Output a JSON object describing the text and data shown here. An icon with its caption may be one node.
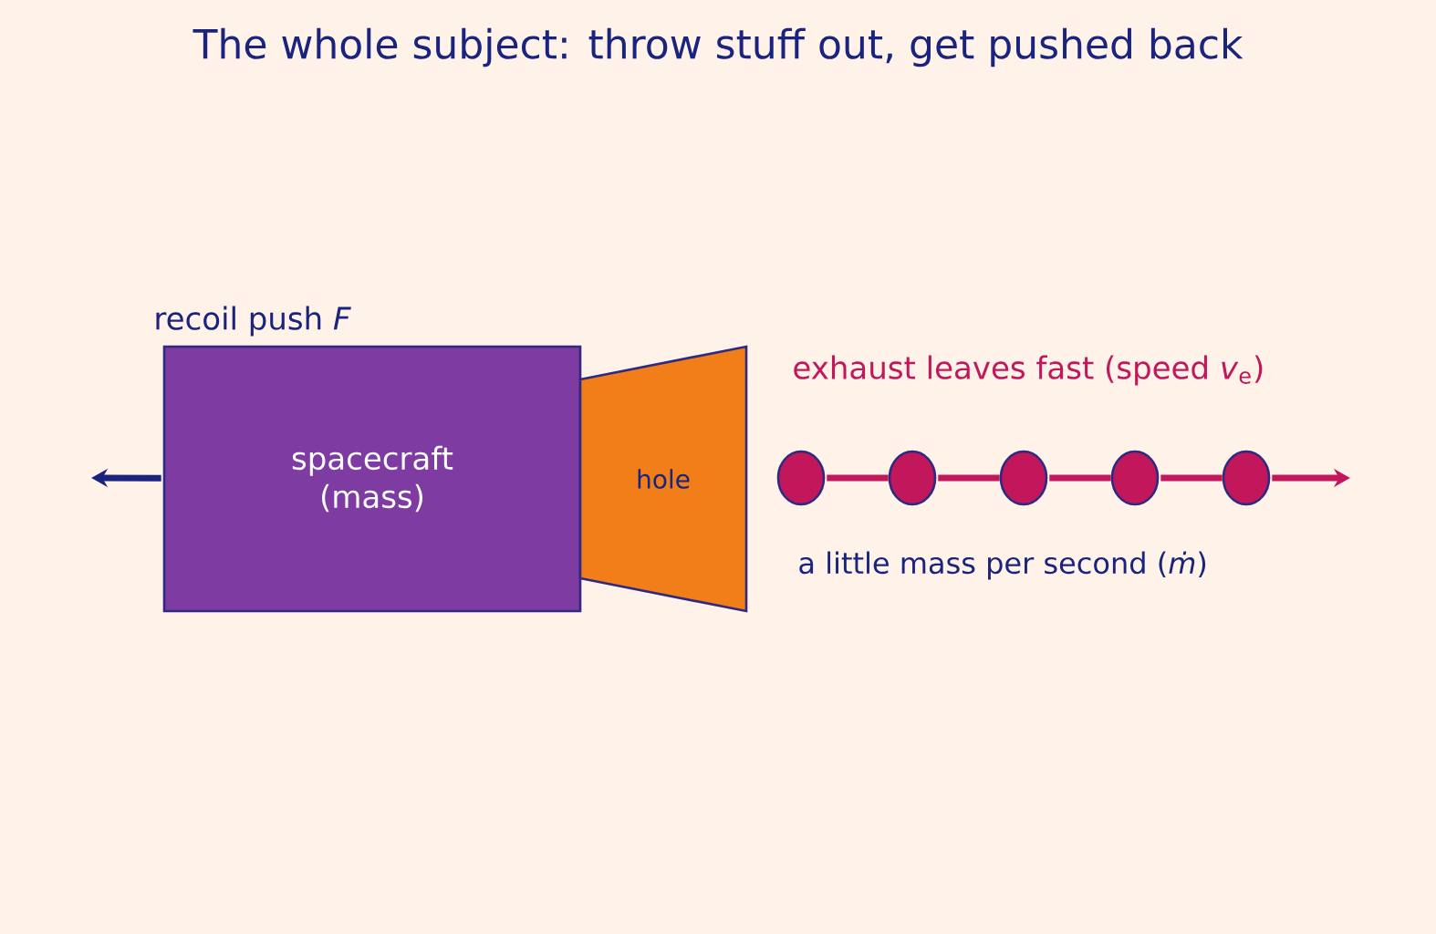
{
  "diagram": {
    "title": "The whole subject: throw stuff out, get pushed back",
    "nodes": [
      {
        "text": [
          "spacecraft (mass)"
        ]
      },
      {
        "text": [
          "hole"
        ]
      },
      {
        "text": [],
        "shape": "circle"
      },
      {
        "text": [],
        "shape": "circle"
      },
      {
        "text": [],
        "shape": "circle"
      },
      {
        "text": [],
        "shape": "circle"
      },
      {
        "text": [],
        "shape": "circle"
      }
    ],
    "edges": [
      {
        "from": 0,
        "to": null,
        "arrow": "to",
        "color": "#1a237e"
      },
      {
        "from": 2,
        "to": 3,
        "arrow": "none"
      },
      {
        "from": 3,
        "to": 4,
        "arrow": "none"
      },
      {
        "from": 4,
        "to": 5,
        "arrow": "none"
      },
      {
        "from": 5,
        "to": 6,
        "arrow": "none"
      },
      {
        "from": 6,
        "to": null,
        "arrow": "to"
      }
    ],
    "labels": [
      "recoil push *F*",
      "exhaust leaves fast (speed *v*$_{e}$)",
      "a little mass per second (*ṁ*)"
    ]
  }
}
